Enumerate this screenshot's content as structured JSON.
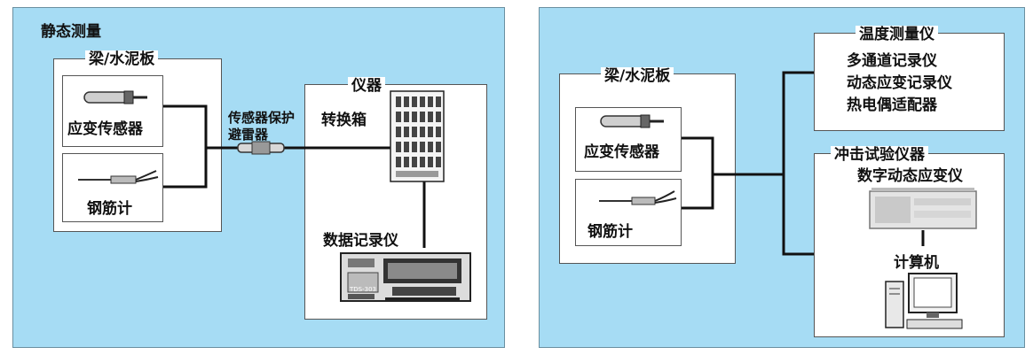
{
  "left": {
    "title": "静态测量",
    "beam_label": "梁/水泥板",
    "strain_sensor": "应变传感器",
    "rebar_meter": "钢筋计",
    "protector_line1": "传感器保护",
    "protector_line2": "避雷器",
    "instrument": "仪器",
    "switch_box": "转换箱",
    "data_logger": "数据记录仪",
    "logger_model": "TDS-303"
  },
  "right": {
    "beam_label": "梁/水泥板",
    "strain_sensor": "应变传感器",
    "rebar_meter": "钢筋计",
    "temp_title": "温度测量仪",
    "temp_items": [
      "多通道记录仪",
      "动态应变记录仪",
      "热电偶适配器"
    ],
    "impact_title": "冲击试验仪器",
    "impact_sub": "数字动态应变仪",
    "computer": "计算机"
  },
  "colors": {
    "panel_bg": "#a6dcf4",
    "box_bg": "#ffffff",
    "line": "#111111"
  }
}
